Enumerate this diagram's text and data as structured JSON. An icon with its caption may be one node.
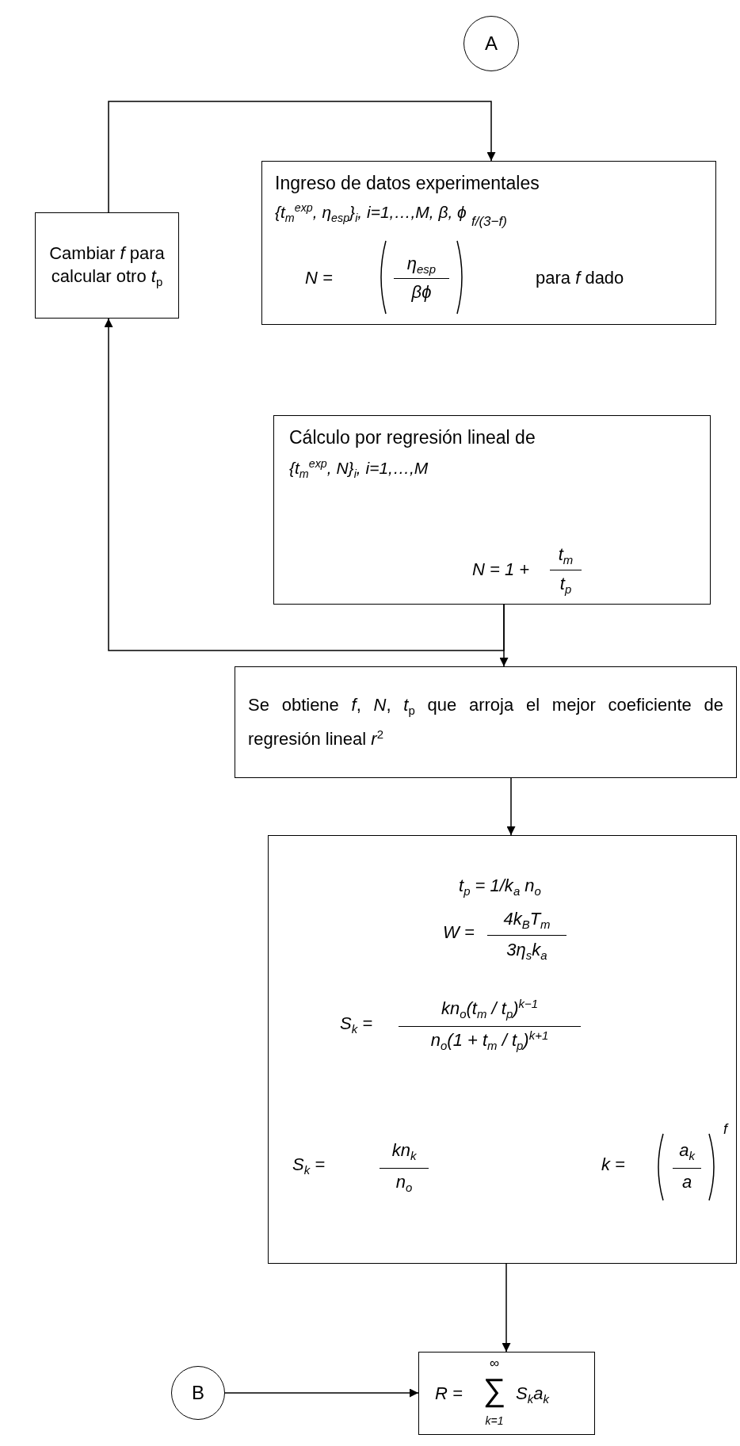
{
  "diagram": {
    "nodes": [
      {
        "text": [
          "A"
        ]
      },
      {
        "text": [
          "Cambiar *f* para calcular otro *t*$_{p}$"
        ]
      },
      {
        "text": [
          "Ingreso de datos experimentales",
          "{t$_{m}$$^{exp}$, η$_{esp}$}$_{i}$, i=1,…,M,  β,    ϕ",
          "N =",
          "η$_{esp}$",
          "βϕ",
          "f/(3−f)",
          "para *f* dado"
        ]
      },
      {
        "text": [
          "Cálculo por regresión lineal de",
          "{t$_{m}$$^{exp}$, N}$_{i}$, i=1,…,M",
          "N = 1 +",
          "t$_{m}$",
          "t$_{p}$"
        ]
      },
      {
        "text": [
          "Se obtiene  *f*,  *N*,  *t*$_{p}$ que arroja el mejor coeficiente de regresión lineal *r*$^{2}$"
        ]
      },
      {
        "text": [
          "t$_{p}$ = 1/k$_{a}$ n$_{o}$",
          "W =",
          "4k$_{B}$T$_{m}$",
          "3η$_{s}$k$_{a}$",
          "S$_{k}$ =",
          "kn$_{o}$(t$_{m}$ / t$_{p}$)$^{k−1}$",
          "n$_{o}$(1 + t$_{m}$ / t$_{p}$)$^{k+1}$",
          "S$_{k}$ =",
          "kn$_{k}$",
          "n$_{o}$",
          "k =",
          "a$_{k}$",
          "a",
          "f"
        ]
      },
      {
        "text": [
          "B"
        ]
      },
      {
        "text": [
          "R =",
          "∞",
          "∑",
          "k=1",
          "S$_{k}$a$_{k}$"
        ]
      }
    ],
    "edges": [
      {
        "from": 1,
        "to": 2,
        "arrow": "to"
      },
      {
        "from": 3,
        "to": 1,
        "arrow": "to"
      },
      {
        "from": 3,
        "to": 4,
        "arrow": "to"
      },
      {
        "from": 4,
        "to": 5,
        "arrow": "to"
      },
      {
        "from": 5,
        "to": 7,
        "arrow": "to"
      },
      {
        "from": 6,
        "to": 7,
        "arrow": "to"
      }
    ]
  }
}
